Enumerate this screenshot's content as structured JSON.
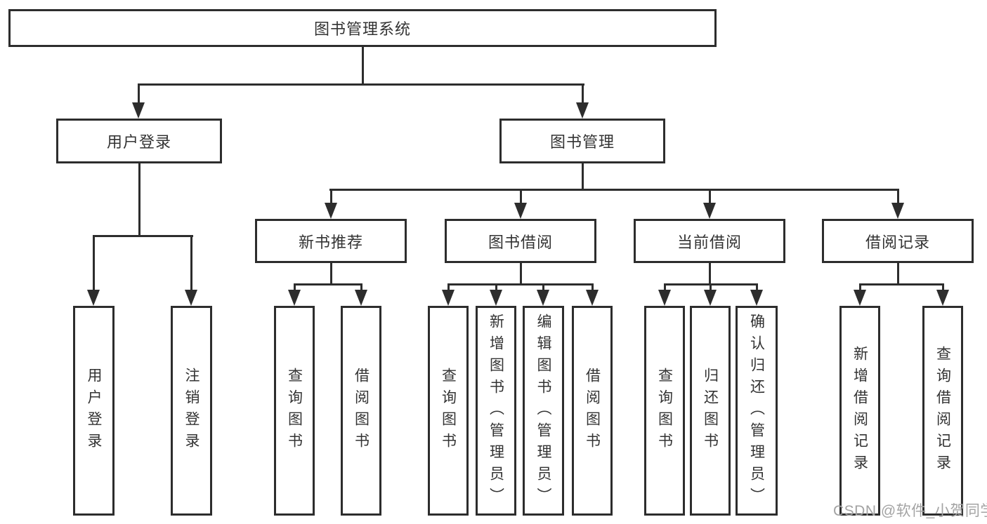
{
  "diagram": {
    "title": "图书管理系统",
    "watermark": "CSDN @软件_小贺同学",
    "colors": {
      "line": "#2d2d2d",
      "box_border": "#2d2d2d",
      "text": "#333333",
      "watermark": "#a3a3a3",
      "background": "#ffffff"
    },
    "root": {
      "label": "图书管理系统"
    },
    "branches": [
      {
        "label": "用户登录",
        "children": [
          {
            "label": "用户登录"
          },
          {
            "label": "注销登录"
          }
        ]
      },
      {
        "label": "图书管理",
        "children": [
          {
            "label": "新书推荐",
            "children": [
              {
                "label": "查询图书"
              },
              {
                "label": "借阅图书"
              }
            ]
          },
          {
            "label": "图书借阅",
            "children": [
              {
                "label": "查询图书"
              },
              {
                "label": "新增图书（管理员）"
              },
              {
                "label": "编辑图书（管理员）"
              },
              {
                "label": "借阅图书"
              }
            ]
          },
          {
            "label": "当前借阅",
            "children": [
              {
                "label": "查询图书"
              },
              {
                "label": "归还图书"
              },
              {
                "label": "确认归还（管理员）"
              }
            ]
          },
          {
            "label": "借阅记录",
            "children": [
              {
                "label": "新增借阅记录"
              },
              {
                "label": "查询借阅记录"
              }
            ]
          }
        ]
      }
    ]
  }
}
